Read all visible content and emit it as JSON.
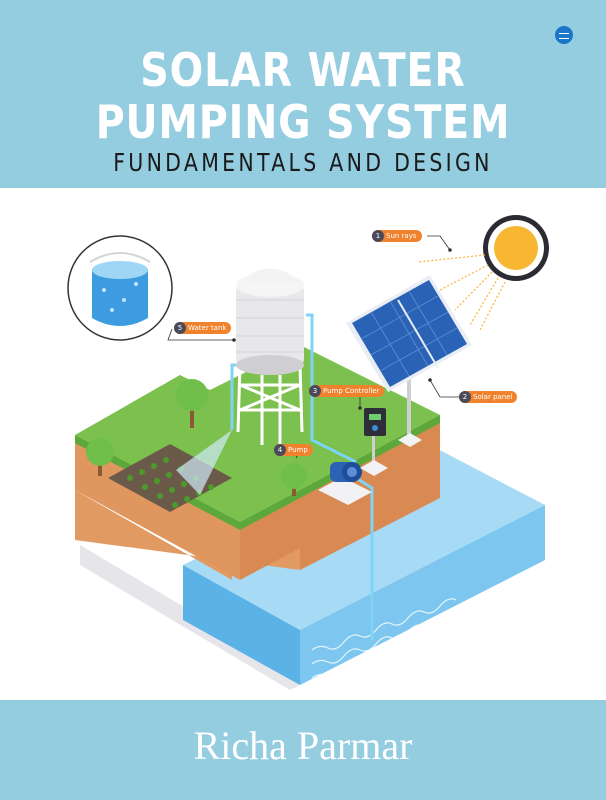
{
  "cover": {
    "title_line1": "SOLAR WATER",
    "title_line2": "PUMPING SYSTEM",
    "subtitle": "FUNDAMENTALS AND DESIGN",
    "author": "Richa Parmar"
  },
  "callouts": [
    {
      "num": "1",
      "label": "Sun rays"
    },
    {
      "num": "2",
      "label": "Solar panel"
    },
    {
      "num": "3",
      "label": "Pump Controller"
    },
    {
      "num": "4",
      "label": "Pump"
    },
    {
      "num": "5",
      "label": "Water tank"
    }
  ],
  "colors": {
    "band": "#94cce0",
    "accent": "#f0822e",
    "grass": "#7cc04e",
    "soil": "#e29a63",
    "water": "#7fc8ee"
  }
}
